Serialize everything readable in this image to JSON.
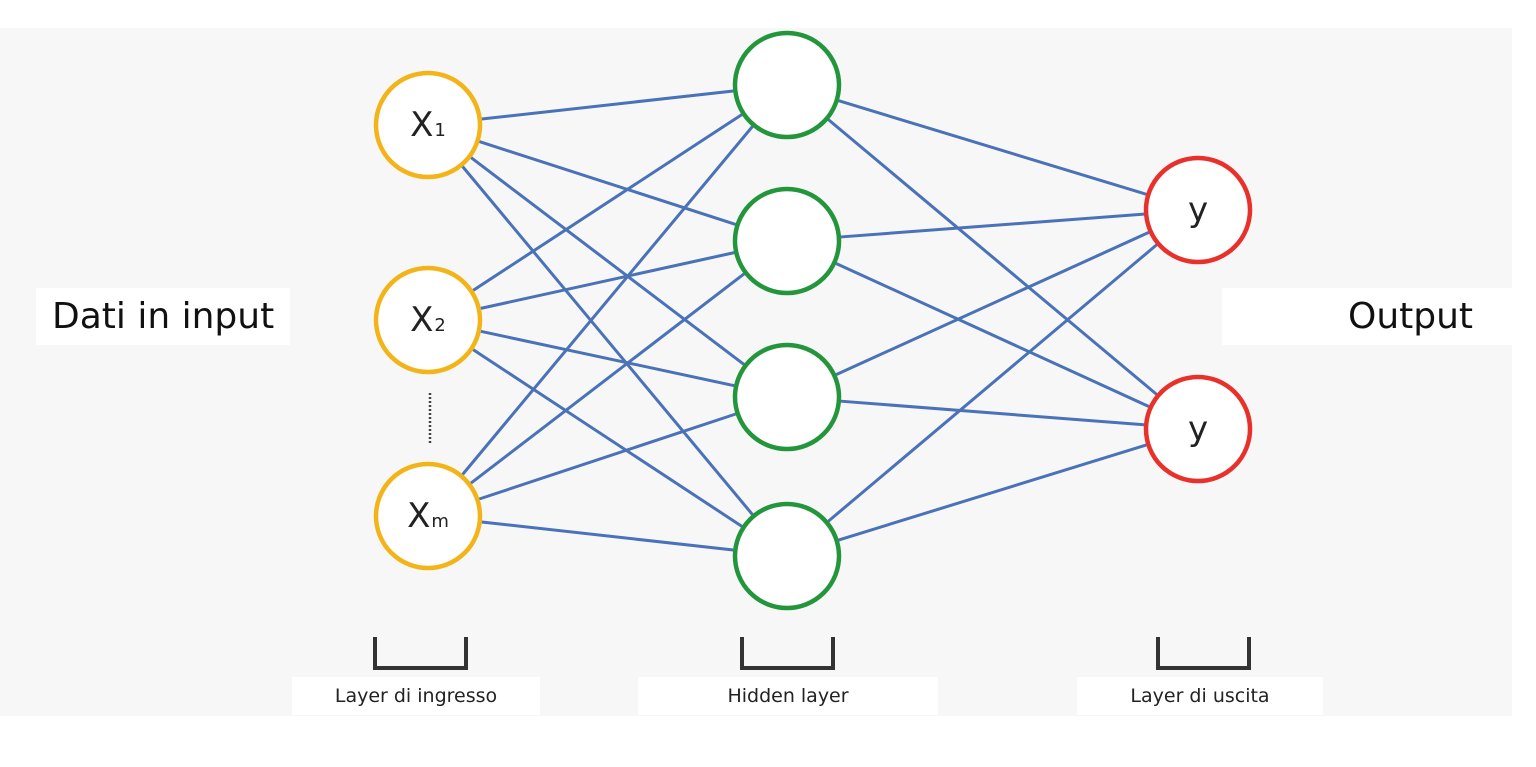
{
  "labels": {
    "input_side": "Dati in input",
    "output_side": "Output"
  },
  "layers": {
    "input": {
      "caption": "Layer di ingresso",
      "color": "#f2b418",
      "nodes": [
        {
          "letter": "X",
          "sub": "1"
        },
        {
          "letter": "X",
          "sub": "2"
        },
        {
          "letter": "X",
          "sub": "m"
        }
      ]
    },
    "hidden": {
      "caption": "Hidden layer",
      "color": "#23963c",
      "node_count": 4
    },
    "output": {
      "caption": "Layer di uscita",
      "color": "#e8312a",
      "nodes": [
        {
          "letter": "y"
        },
        {
          "letter": "y"
        }
      ]
    }
  },
  "colors": {
    "connection": "#4a72b8",
    "bracket": "#333333",
    "ellipsis": "#444444"
  },
  "icons": [
    "bracket-input",
    "bracket-hidden",
    "bracket-output",
    "vertical-ellipsis"
  ]
}
